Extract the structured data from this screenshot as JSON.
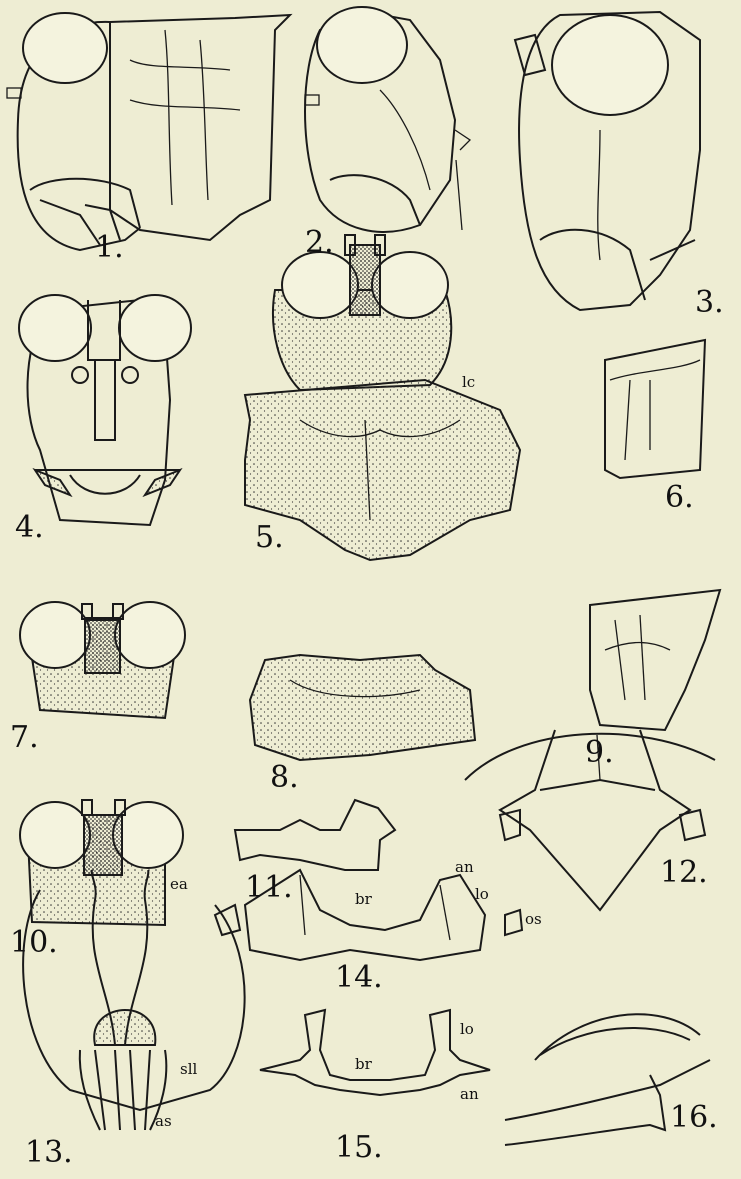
{
  "figures": [
    {
      "id": "fig-1",
      "number": "1."
    },
    {
      "id": "fig-2",
      "number": "2."
    },
    {
      "id": "fig-3",
      "number": "3."
    },
    {
      "id": "fig-4",
      "number": "4."
    },
    {
      "id": "fig-5",
      "number": "5."
    },
    {
      "id": "fig-6",
      "number": "6."
    },
    {
      "id": "fig-7",
      "number": "7."
    },
    {
      "id": "fig-8",
      "number": "8."
    },
    {
      "id": "fig-9",
      "number": "9."
    },
    {
      "id": "fig-10",
      "number": "10."
    },
    {
      "id": "fig-11",
      "number": "11."
    },
    {
      "id": "fig-12",
      "number": "12."
    },
    {
      "id": "fig-13",
      "number": "13."
    },
    {
      "id": "fig-14",
      "number": "14."
    },
    {
      "id": "fig-15",
      "number": "15."
    },
    {
      "id": "fig-16",
      "number": "16."
    }
  ],
  "labels": {
    "lc": "lc",
    "ea": "ea",
    "sll": "sll",
    "as": "as",
    "br14": "br",
    "an14": "an",
    "lo14": "lo",
    "os": "os",
    "br15": "br",
    "lo15": "lo",
    "an15": "an"
  }
}
